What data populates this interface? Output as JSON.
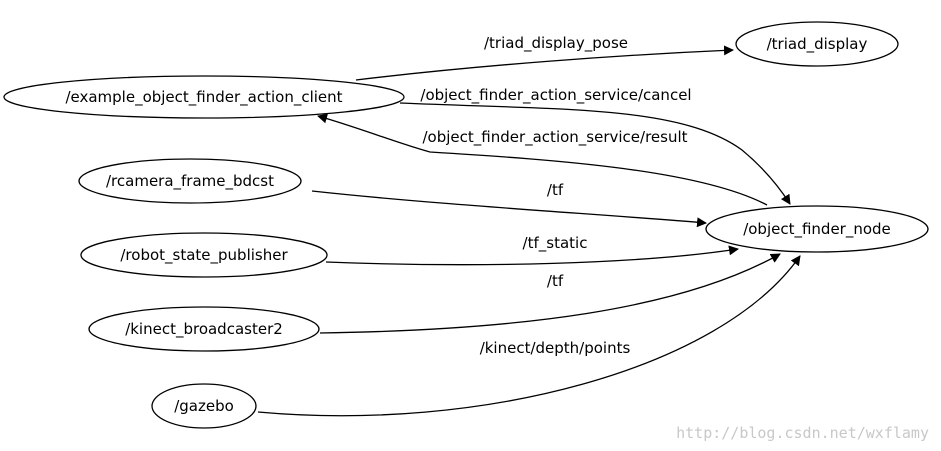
{
  "graph": {
    "nodes": {
      "example_client": "/example_object_finder_action_client",
      "triad_display": "/triad_display",
      "rcamera": "/rcamera_frame_bdcst",
      "robot_state": "/robot_state_publisher",
      "kinect_bc": "/kinect_broadcaster2",
      "gazebo": "/gazebo",
      "object_finder": "/object_finder_node"
    },
    "edges": {
      "triad_pose": "/triad_display_pose",
      "cancel": "/object_finder_action_service/cancel",
      "result": "/object_finder_action_service/result",
      "tf_1": "/tf",
      "tf_static": "/tf_static",
      "tf_2": "/tf",
      "kinect_points": "/kinect/depth/points"
    }
  },
  "watermark": "http://blog.csdn.net/wxflamy",
  "colors": {
    "stroke": "#000000",
    "background": "#ffffff",
    "watermark": "#c8c8c8"
  }
}
